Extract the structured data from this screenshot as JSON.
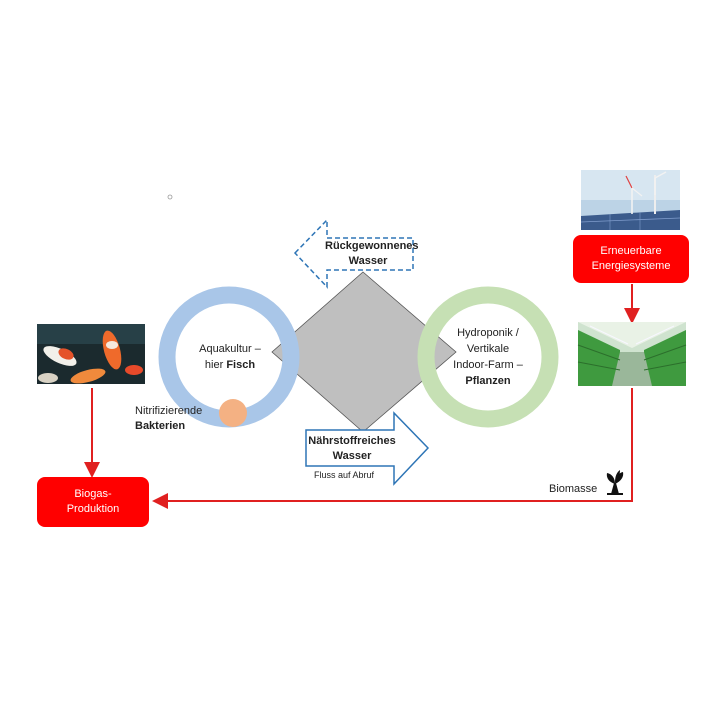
{
  "aquaculture": {
    "line1": "Aquakultur –",
    "line2_prefix": "hier ",
    "line2_bold": "Fisch"
  },
  "bacteria": {
    "line1": "Nitrifizierende",
    "line2": "Bakterien"
  },
  "hydroponics": {
    "line1": "Hydroponik /",
    "line2": "Vertikale",
    "line3": "Indoor-Farm –",
    "line4": "Pflanzen"
  },
  "recovered_water": {
    "line1": "Rückgewonnenes",
    "line2": "Wasser"
  },
  "nutrient_water": {
    "line1": "Nährstoffreiches",
    "line2": "Wasser",
    "caption": "Fluss auf Abruf"
  },
  "energy": {
    "line1": "Erneuerbare",
    "line2": "Energiesysteme"
  },
  "biogas": {
    "line1": "Biogas-",
    "line2": "Produktion"
  },
  "biomass": {
    "label": "Biomasse"
  },
  "colors": {
    "fish_ring": "#a9c6e8",
    "plant_ring": "#c6e0b4",
    "diamond": "#bfbfbf",
    "bacteria_dot": "#f4b183",
    "red": "#ff0000",
    "arrow_blue": "#2e75b6"
  }
}
